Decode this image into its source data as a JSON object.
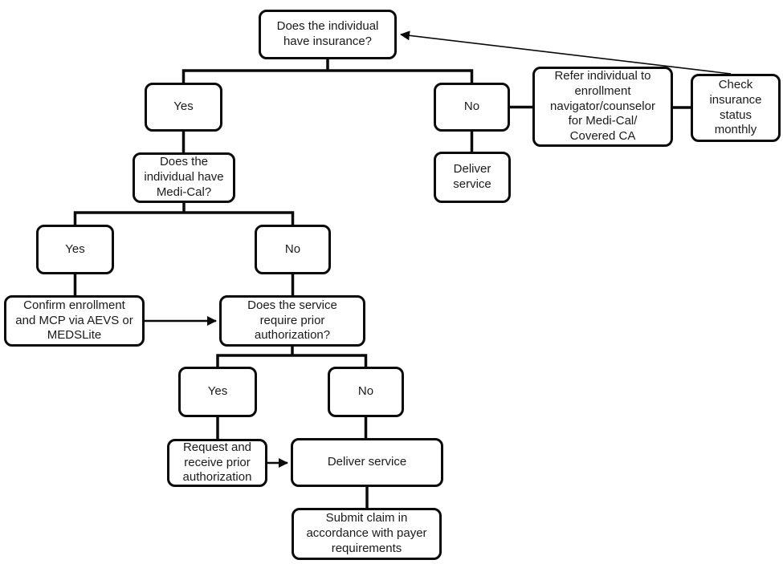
{
  "diagram": {
    "background_color": "#ffffff",
    "stroke_color": "#0a0a0a",
    "nodes": {
      "q_insurance": {
        "label": "Does the individual\nhave insurance?"
      },
      "yes_insurance": {
        "label": "Yes"
      },
      "no_insurance": {
        "label": "No"
      },
      "refer_enrollment": {
        "label": "Refer individual to\nenrollment\nnavigator/counselor\nfor Medi-Cal/\nCovered CA"
      },
      "check_monthly": {
        "label": "Check\ninsurance\nstatus\nmonthly"
      },
      "deliver_service_uninsured": {
        "label": "Deliver\nservice"
      },
      "q_medical": {
        "label": "Does the\nindividual have\nMedi-Cal?"
      },
      "yes_medical": {
        "label": "Yes"
      },
      "no_medical": {
        "label": "No"
      },
      "confirm_enrollment": {
        "label": "Confirm enrollment\nand MCP via AEVS or\nMEDSLite"
      },
      "q_prior_auth": {
        "label": "Does the service\nrequire prior\nauthorization?"
      },
      "yes_prior_auth": {
        "label": "Yes"
      },
      "no_prior_auth": {
        "label": "No"
      },
      "request_auth": {
        "label": "Request and\nreceive prior\nauthorization"
      },
      "deliver_service": {
        "label": "Deliver service"
      },
      "submit_claim": {
        "label": "Submit claim in\naccordance with payer\nrequirements"
      }
    }
  }
}
